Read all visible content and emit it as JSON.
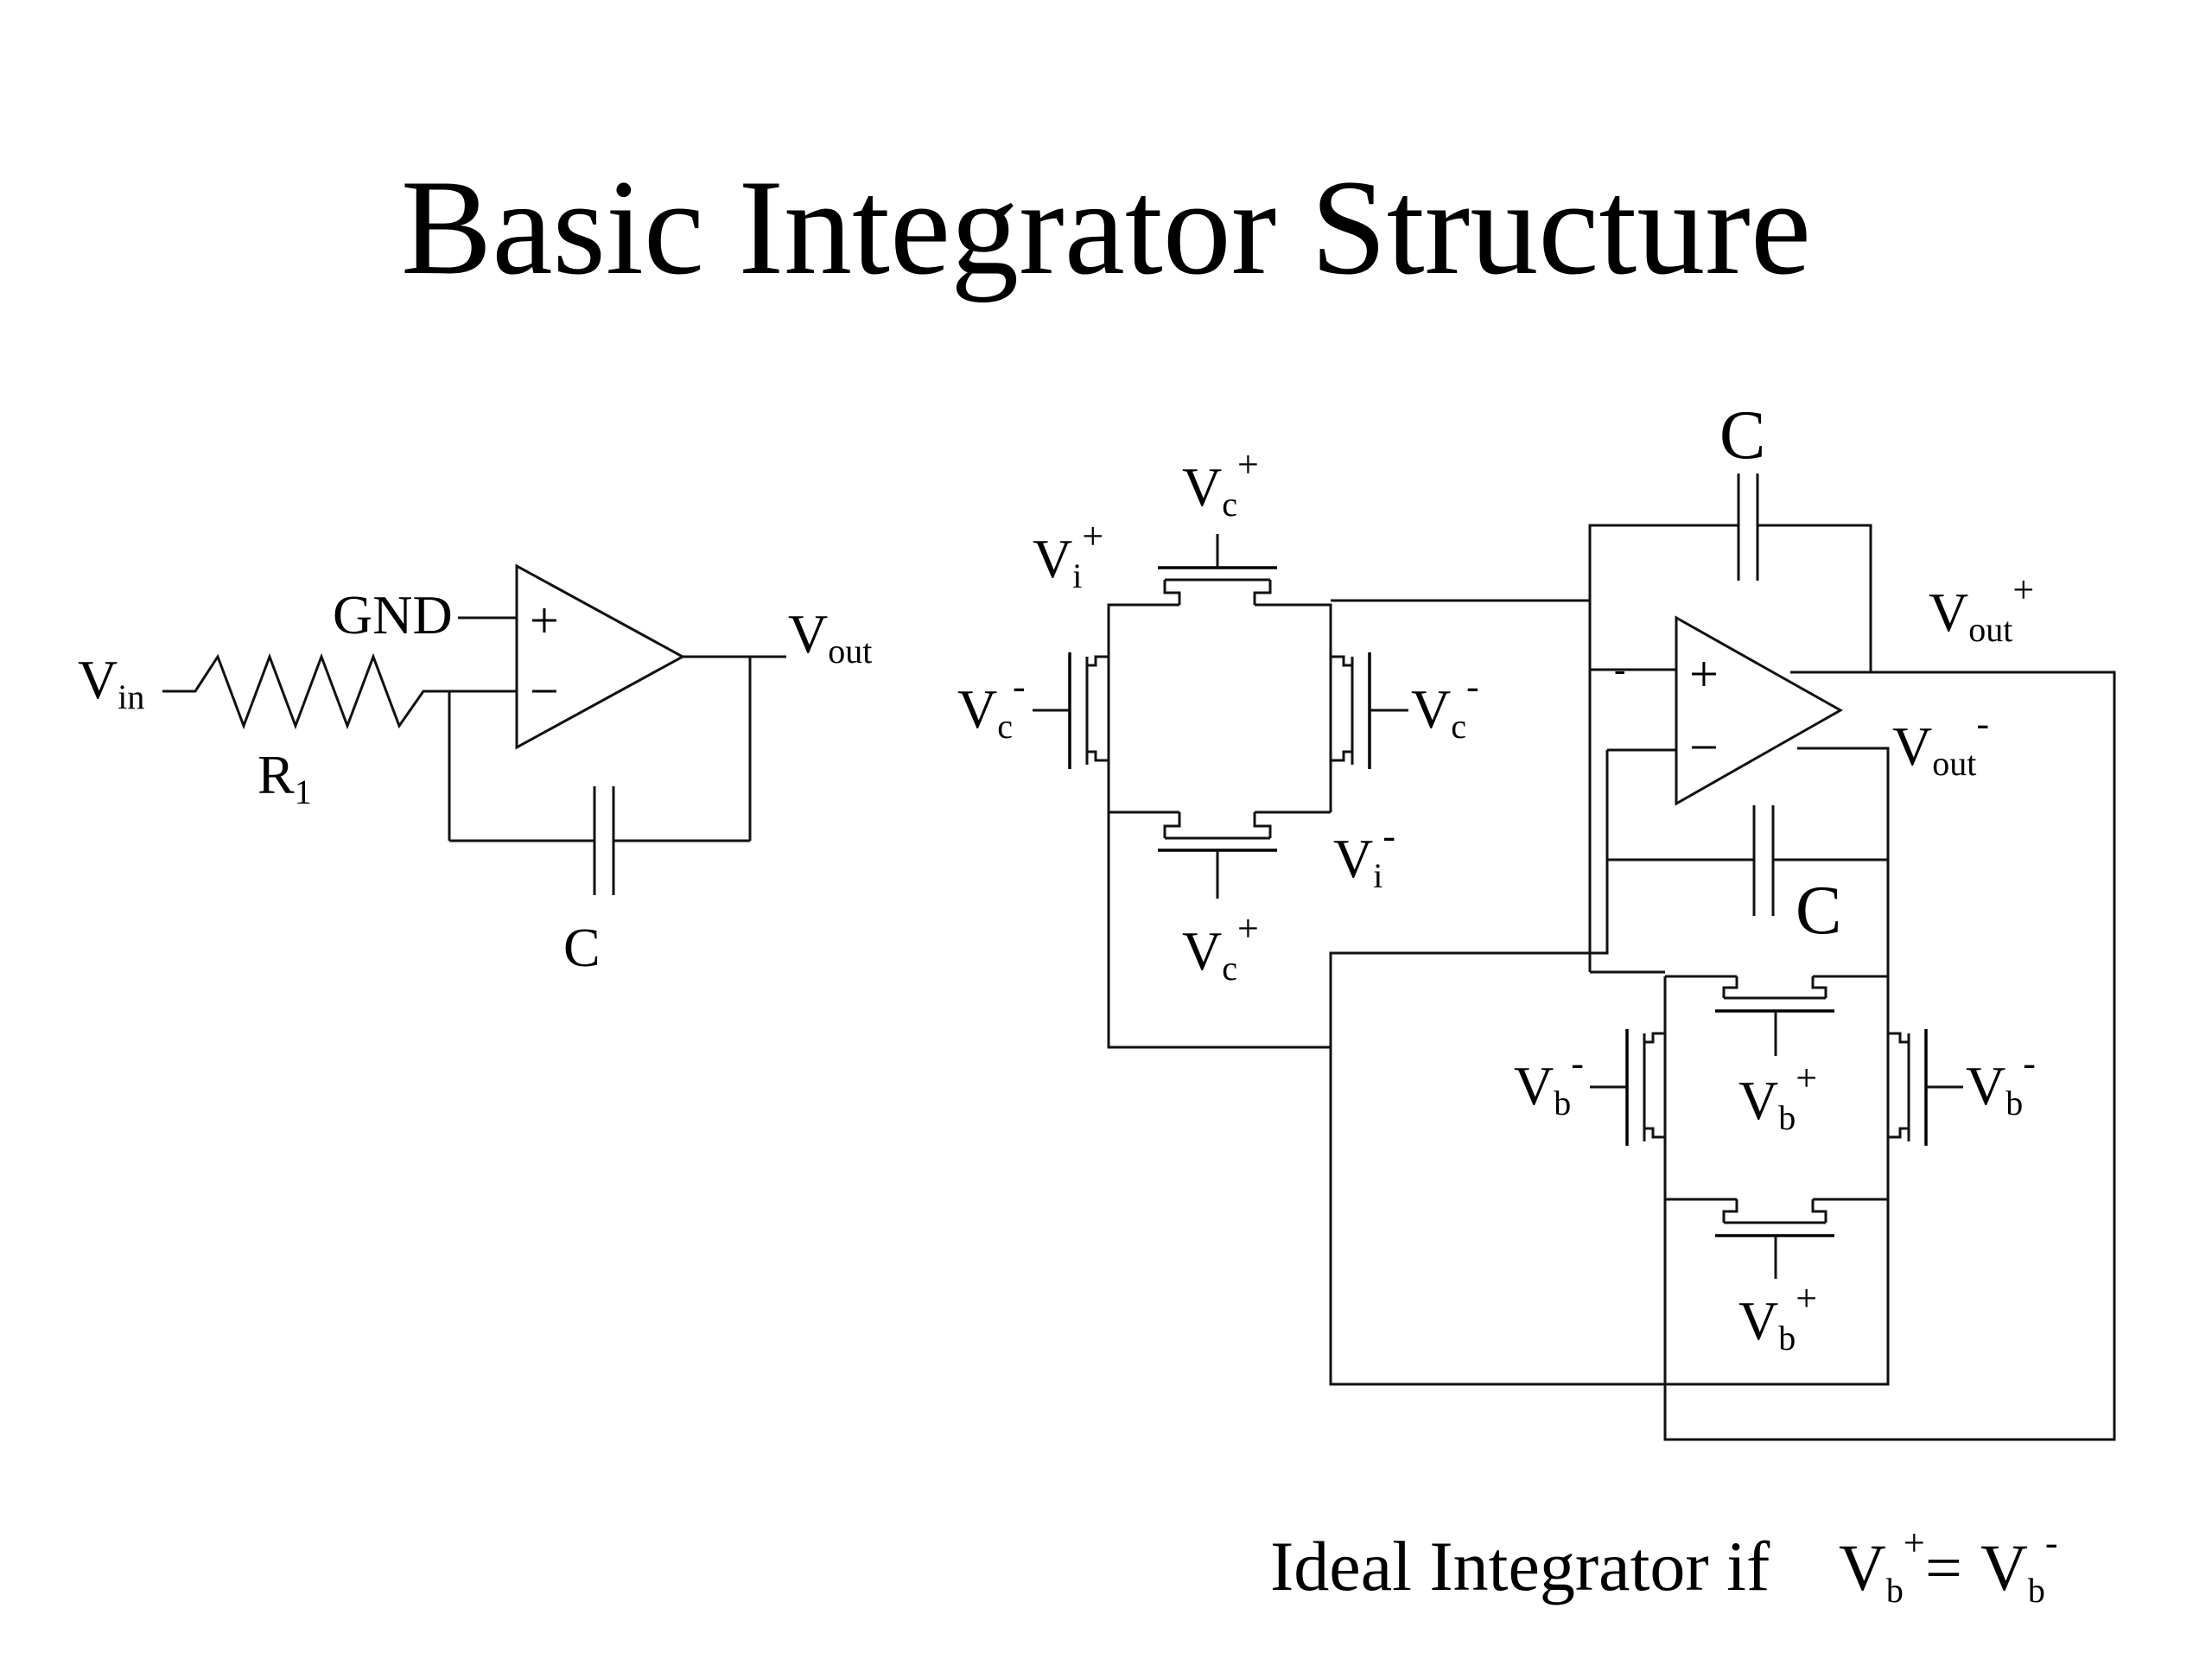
{
  "title": "Basic Integrator Structure",
  "simple_integrator": {
    "vin": {
      "main": "V",
      "sub": "in"
    },
    "resistor": {
      "main": "R",
      "sub": "1"
    },
    "gnd": "GND",
    "vout": {
      "main": "V",
      "sub": "out"
    },
    "capacitor": "C",
    "plus": "+",
    "minus": "−"
  },
  "differential": {
    "vc_plus_top": {
      "main": "V",
      "sub": "c",
      "sup": "+"
    },
    "vi_plus": {
      "main": "V",
      "sub": "i",
      "sup": "+"
    },
    "vc_minus_left": {
      "main": "V",
      "sub": "c",
      "sup": "-"
    },
    "vc_minus_right": {
      "main": "V",
      "sub": "c",
      "sup": "-"
    },
    "vi_minus": {
      "main": "V",
      "sub": "i",
      "sup": "-"
    },
    "vc_plus_bottom": {
      "main": "V",
      "sub": "c",
      "sup": "+"
    },
    "cap_top": "C",
    "cap_mid": "C",
    "vout_plus": {
      "main": "V",
      "sub": "out",
      "sup": "+"
    },
    "vout_minus": {
      "main": "V",
      "sub": "out",
      "sup": "-"
    },
    "vb_minus_left": {
      "main": "V",
      "sub": "b",
      "sup": "-"
    },
    "vb_plus_mid": {
      "main": "V",
      "sub": "b",
      "sup": "+"
    },
    "vb_minus_right": {
      "main": "V",
      "sub": "b",
      "sup": "-"
    },
    "vb_plus_bottom": {
      "main": "V",
      "sub": "b",
      "sup": "+"
    },
    "plus": "+",
    "minus": "−",
    "stray_mark": "-"
  },
  "condition": {
    "text": "Ideal Integrator if",
    "lhs": {
      "main": "V",
      "sub": "b",
      "sup": "+"
    },
    "equals": "=",
    "rhs": {
      "main": "V",
      "sub": "b",
      "sup": "-"
    }
  }
}
